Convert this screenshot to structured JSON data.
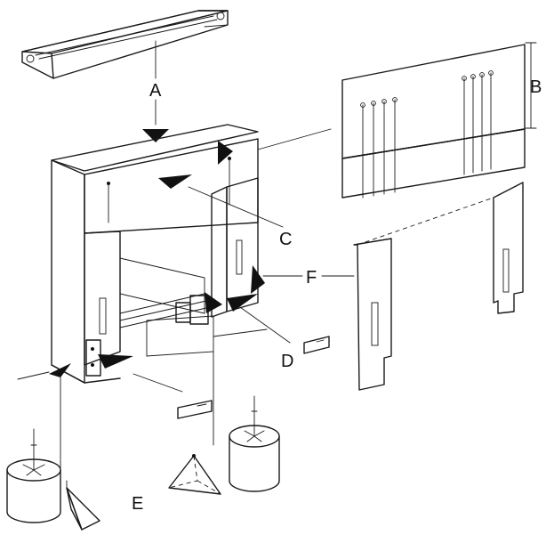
{
  "callouts": {
    "a": "A",
    "b": "B",
    "c": "C",
    "d": "D",
    "e": "E",
    "f": "F"
  },
  "colors": {
    "line": "#1a1a1a",
    "panel_light": "#dcdcdc",
    "panel_mid": "#c8c8c8",
    "panel_dark": "#b4b4b4",
    "background": "#ffffff"
  }
}
